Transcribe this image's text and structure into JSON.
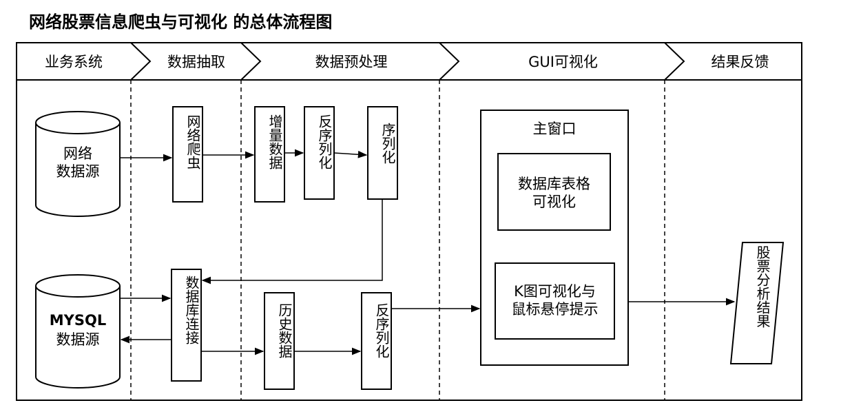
{
  "title": "网络股票信息爬虫与可视化 的总体流程图",
  "lanes": [
    "业务系统",
    "数据抽取",
    "数据预处理",
    "GUI可视化",
    "结果反馈"
  ],
  "nodes": {
    "net_source": "网络\n数据源",
    "mysql_source_l1": "MYSQL",
    "mysql_source_l2": "数据源",
    "crawler": "网络爬虫",
    "incremental": "增量数据",
    "deserialize1": "反序列化",
    "serialize": "序列化",
    "db_connect": "数据库连接",
    "history": "历史数据",
    "deserialize2": "反序列化",
    "main_window": "主窗口",
    "db_table": "数据库表格\n可视化",
    "kchart": "K图可视化与\n鼠标悬停提示",
    "result": "股票分析结果"
  }
}
